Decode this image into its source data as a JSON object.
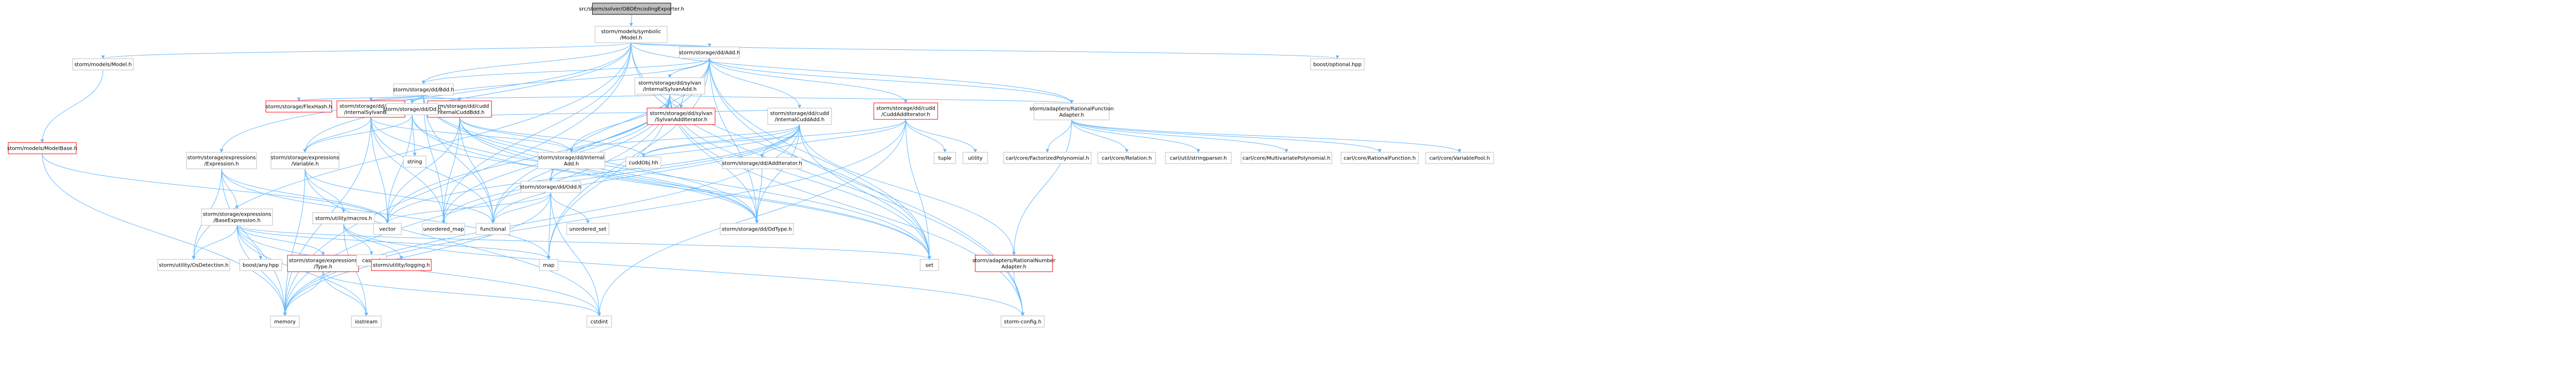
{
  "graph_title": "src/storm/solver/OBDEncodingExporter.h",
  "colors": {
    "edge": "#63b8ff",
    "root_fill": "#bfbfbf",
    "linked_border": "#bfbfbf",
    "truncated_border": "#ff0000",
    "text": "#000000"
  },
  "nodes": [
    {
      "id": "root",
      "label": [
        "src/storm/solver/OBDEncodingExporter.h"
      ],
      "style": "root"
    },
    {
      "id": "symbolic_model",
      "label": [
        "storm/models/symbolic",
        "/Model.h"
      ],
      "style": "gray"
    },
    {
      "id": "models_model",
      "label": [
        "storm/models/Model.h"
      ],
      "style": "gray"
    },
    {
      "id": "modelbase",
      "label": [
        "storm/models/ModelBase.h"
      ],
      "style": "red"
    },
    {
      "id": "bdd",
      "label": [
        "storm/storage/dd/Bdd.h"
      ],
      "style": "gray"
    },
    {
      "id": "add",
      "label": [
        "storm/storage/dd/Add.h"
      ],
      "style": "gray"
    },
    {
      "id": "boost_optional",
      "label": [
        "boost/optional.hpp"
      ],
      "style": "gray"
    },
    {
      "id": "flexhash",
      "label": [
        "storm/storage/FlexHash.h"
      ],
      "style": "red"
    },
    {
      "id": "sylvan_bdd",
      "label": [
        "storm/storage/dd/sylvan",
        "/InternalSylvanBdd.h"
      ],
      "style": "red"
    },
    {
      "id": "sylvan_add",
      "label": [
        "storm/storage/dd/sylvan",
        "/InternalSylvanAdd.h"
      ],
      "style": "gray"
    },
    {
      "id": "cudd_bdd",
      "label": [
        "storm/storage/dd/cudd",
        "/InternalCuddBdd.h"
      ],
      "style": "red"
    },
    {
      "id": "dd_dd",
      "label": [
        "storm/storage/dd/Dd.h"
      ],
      "style": "gray"
    },
    {
      "id": "sylvan_addit",
      "label": [
        "storm/storage/dd/sylvan",
        "/SylvanAddIterator.h"
      ],
      "style": "red"
    },
    {
      "id": "cudd_add",
      "label": [
        "storm/storage/dd/cudd",
        "/InternalCuddAdd.h"
      ],
      "style": "gray"
    },
    {
      "id": "cudd_additer",
      "label": [
        "storm/storage/dd/cudd",
        "/CuddAddIterator.h"
      ],
      "style": "red"
    },
    {
      "id": "rational_fn",
      "label": [
        "storm/adapters/RationalFunction",
        "Adapter.h"
      ],
      "style": "gray"
    },
    {
      "id": "expression",
      "label": [
        "storm/storage/expressions",
        "/Expression.h"
      ],
      "style": "gray"
    },
    {
      "id": "variable",
      "label": [
        "storm/storage/expressions",
        "/Variable.h"
      ],
      "style": "gray"
    },
    {
      "id": "internal_add",
      "label": [
        "storm/storage/dd/Internal",
        "Add.h"
      ],
      "style": "gray"
    },
    {
      "id": "cudd_h",
      "label": [
        "cuddObj.hh"
      ],
      "style": "gray"
    },
    {
      "id": "dd_odd",
      "label": [
        "storm/storage/dd/Odd.h"
      ],
      "style": "gray"
    },
    {
      "id": "additer",
      "label": [
        "storm/storage/dd/AddIterator.h"
      ],
      "style": "gray"
    },
    {
      "id": "tuple",
      "label": [
        "tuple"
      ],
      "style": "gray"
    },
    {
      "id": "utility",
      "label": [
        "utility"
      ],
      "style": "gray"
    },
    {
      "id": "carl_factorized",
      "label": [
        "carl/core/FactorizedPolynomial.h"
      ],
      "style": "gray"
    },
    {
      "id": "carl_relation",
      "label": [
        "carl/core/Relation.h"
      ],
      "style": "gray"
    },
    {
      "id": "carl_stringparser",
      "label": [
        "carl/util/stringparser.h"
      ],
      "style": "gray"
    },
    {
      "id": "carl_multivar",
      "label": [
        "carl/core/MultivariatePolynomial.h"
      ],
      "style": "gray"
    },
    {
      "id": "carl_ratfn",
      "label": [
        "carl/core/RationalFunction.h"
      ],
      "style": "gray"
    },
    {
      "id": "carl_varpool",
      "label": [
        "carl/core/VariablePool.h"
      ],
      "style": "gray"
    },
    {
      "id": "string",
      "label": [
        "string"
      ],
      "style": "gray"
    },
    {
      "id": "base_expr",
      "label": [
        "storm/storage/expressions",
        "/BaseExpression.h"
      ],
      "style": "gray"
    },
    {
      "id": "macros",
      "label": [
        "storm/utility/macros.h"
      ],
      "style": "gray"
    },
    {
      "id": "vector",
      "label": [
        "vector"
      ],
      "style": "gray"
    },
    {
      "id": "unordered_map",
      "label": [
        "unordered_map"
      ],
      "style": "gray"
    },
    {
      "id": "functional",
      "label": [
        "functional"
      ],
      "style": "gray"
    },
    {
      "id": "unordered_set",
      "label": [
        "unordered_set"
      ],
      "style": "gray"
    },
    {
      "id": "ddtype",
      "label": [
        "storm/storage/dd/DdType.h"
      ],
      "style": "gray"
    },
    {
      "id": "osdetection",
      "label": [
        "storm/utility/OsDetection.h"
      ],
      "style": "gray"
    },
    {
      "id": "boost_any",
      "label": [
        "boost/any.hpp"
      ],
      "style": "gray"
    },
    {
      "id": "expr_type",
      "label": [
        "storm/storage/expressions",
        "/Type.h"
      ],
      "style": "red"
    },
    {
      "id": "cassert",
      "label": [
        "cassert"
      ],
      "style": "gray"
    },
    {
      "id": "logging",
      "label": [
        "storm/utility/logging.h"
      ],
      "style": "red"
    },
    {
      "id": "map",
      "label": [
        "map"
      ],
      "style": "gray"
    },
    {
      "id": "set",
      "label": [
        "set"
      ],
      "style": "gray"
    },
    {
      "id": "rational_num",
      "label": [
        "storm/adapters/RationalNumber",
        "Adapter.h"
      ],
      "style": "red"
    },
    {
      "id": "memory",
      "label": [
        "memory"
      ],
      "style": "gray"
    },
    {
      "id": "iostream",
      "label": [
        "iostream"
      ],
      "style": "gray"
    },
    {
      "id": "cstdint",
      "label": [
        "cstdint"
      ],
      "style": "gray"
    },
    {
      "id": "storm_config",
      "label": [
        "storm-config.h"
      ],
      "style": "gray"
    }
  ],
  "edges": [
    [
      "root",
      "symbolic_model"
    ],
    [
      "symbolic_model",
      "models_model"
    ],
    [
      "symbolic_model",
      "bdd"
    ],
    [
      "symbolic_model",
      "add"
    ],
    [
      "symbolic_model",
      "boost_optional"
    ],
    [
      "symbolic_model",
      "expression"
    ],
    [
      "symbolic_model",
      "variable"
    ],
    [
      "symbolic_model",
      "rational_fn"
    ],
    [
      "symbolic_model",
      "set"
    ],
    [
      "symbolic_model",
      "unordered_map"
    ],
    [
      "symbolic_model",
      "memory"
    ],
    [
      "symbolic_model",
      "storm_config"
    ],
    [
      "symbolic_model",
      "osdetection"
    ],
    [
      "models_model",
      "modelbase"
    ],
    [
      "modelbase",
      "memory"
    ],
    [
      "modelbase",
      "vector"
    ],
    [
      "bdd",
      "flexhash"
    ],
    [
      "bdd",
      "sylvan_bdd"
    ],
    [
      "bdd",
      "cudd_bdd"
    ],
    [
      "bdd",
      "dd_dd"
    ],
    [
      "bdd",
      "ddtype"
    ],
    [
      "bdd",
      "functional"
    ],
    [
      "bdd",
      "unordered_map"
    ],
    [
      "bdd",
      "set"
    ],
    [
      "add",
      "sylvan_add"
    ],
    [
      "add",
      "cudd_add"
    ],
    [
      "add",
      "cudd_additer"
    ],
    [
      "add",
      "sylvan_addit"
    ],
    [
      "add",
      "bdd"
    ],
    [
      "add",
      "dd_dd"
    ],
    [
      "add",
      "dd_odd"
    ],
    [
      "add",
      "ddtype"
    ],
    [
      "add",
      "rational_fn"
    ],
    [
      "add",
      "map"
    ],
    [
      "add",
      "set"
    ],
    [
      "add",
      "storm_config"
    ],
    [
      "add",
      "functional"
    ],
    [
      "sylvan_add",
      "sylvan_bdd"
    ],
    [
      "sylvan_add",
      "sylvan_addit"
    ],
    [
      "sylvan_add",
      "internal_add"
    ],
    [
      "sylvan_add",
      "dd_odd"
    ],
    [
      "sylvan_add",
      "ddtype"
    ],
    [
      "sylvan_add",
      "rational_fn"
    ],
    [
      "sylvan_add",
      "storm_config"
    ],
    [
      "sylvan_add",
      "unordered_map"
    ],
    [
      "sylvan_add",
      "functional"
    ],
    [
      "sylvan_add",
      "set"
    ],
    [
      "sylvan_add",
      "vector"
    ],
    [
      "sylvan_add",
      "memory"
    ],
    [
      "sylvan_add",
      "map"
    ],
    [
      "cudd_add",
      "cudd_bdd"
    ],
    [
      "cudd_add",
      "internal_add"
    ],
    [
      "cudd_add",
      "additer"
    ],
    [
      "cudd_add",
      "dd_odd"
    ],
    [
      "cudd_add",
      "cudd_h"
    ],
    [
      "cudd_add",
      "ddtype"
    ],
    [
      "cudd_add",
      "rational_num"
    ],
    [
      "cudd_add",
      "unordered_map"
    ],
    [
      "cudd_add",
      "functional"
    ],
    [
      "cudd_add",
      "set"
    ],
    [
      "cudd_add",
      "memory"
    ],
    [
      "cudd_add",
      "vector"
    ],
    [
      "cudd_bdd",
      "internal_add"
    ],
    [
      "cudd_bdd",
      "cudd_h"
    ],
    [
      "cudd_bdd",
      "ddtype"
    ],
    [
      "cudd_bdd",
      "functional"
    ],
    [
      "cudd_bdd",
      "unordered_map"
    ],
    [
      "cudd_bdd",
      "vector"
    ],
    [
      "cudd_bdd",
      "set"
    ],
    [
      "cudd_additer",
      "additer"
    ],
    [
      "cudd_additer",
      "cudd_h"
    ],
    [
      "cudd_additer",
      "tuple"
    ],
    [
      "cudd_additer",
      "utility"
    ],
    [
      "cudd_additer",
      "set"
    ],
    [
      "cudd_additer",
      "cstdint"
    ],
    [
      "cudd_additer",
      "memory"
    ],
    [
      "sylvan_bdd",
      "variable"
    ],
    [
      "sylvan_bdd",
      "internal_add"
    ],
    [
      "sylvan_bdd",
      "ddtype"
    ],
    [
      "sylvan_bdd",
      "functional"
    ],
    [
      "sylvan_bdd",
      "vector"
    ],
    [
      "sylvan_bdd",
      "unordered_map"
    ],
    [
      "sylvan_bdd",
      "memory"
    ],
    [
      "dd_dd",
      "variable"
    ],
    [
      "dd_dd",
      "ddtype"
    ],
    [
      "dd_dd",
      "string"
    ],
    [
      "dd_dd",
      "vector"
    ],
    [
      "dd_dd",
      "set"
    ],
    [
      "dd_odd",
      "vector"
    ],
    [
      "dd_odd",
      "functional"
    ],
    [
      "dd_odd",
      "unordered_set"
    ],
    [
      "dd_odd",
      "map"
    ],
    [
      "dd_odd",
      "memory"
    ],
    [
      "dd_odd",
      "cstdint"
    ],
    [
      "additer",
      "ddtype"
    ],
    [
      "rational_fn",
      "carl_factorized"
    ],
    [
      "rational_fn",
      "carl_relation"
    ],
    [
      "rational_fn",
      "carl_stringparser"
    ],
    [
      "rational_fn",
      "carl_multivar"
    ],
    [
      "rational_fn",
      "carl_ratfn"
    ],
    [
      "rational_fn",
      "carl_varpool"
    ],
    [
      "rational_fn",
      "rational_num"
    ],
    [
      "expression",
      "base_expr"
    ],
    [
      "expression",
      "memory"
    ],
    [
      "expression",
      "vector"
    ],
    [
      "expression",
      "map"
    ],
    [
      "expression",
      "osdetection"
    ],
    [
      "variable",
      "macros"
    ],
    [
      "variable",
      "memory"
    ],
    [
      "variable",
      "functional"
    ],
    [
      "variable",
      "cstdint"
    ],
    [
      "base_expr",
      "osdetection"
    ],
    [
      "base_expr",
      "boost_any"
    ],
    [
      "base_expr",
      "expr_type"
    ],
    [
      "base_expr",
      "memory"
    ],
    [
      "base_expr",
      "set"
    ],
    [
      "base_expr",
      "map"
    ],
    [
      "base_expr",
      "iostream"
    ],
    [
      "base_expr",
      "cstdint"
    ],
    [
      "expr_type",
      "memory"
    ],
    [
      "expr_type",
      "iostream"
    ],
    [
      "expr_type",
      "cstdint"
    ],
    [
      "macros",
      "cassert"
    ],
    [
      "macros",
      "logging"
    ],
    [
      "macros",
      "storm_config"
    ],
    [
      "macros",
      "iostream"
    ],
    [
      "rational_num",
      "storm_config"
    ]
  ]
}
